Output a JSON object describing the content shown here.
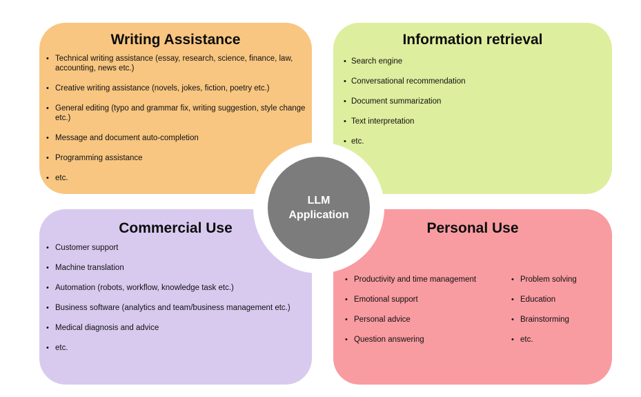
{
  "diagram": {
    "background_color": "#FFFFFF",
    "center": {
      "line1": "LLM",
      "line2": "Application",
      "circle_color": "#7C7C7C",
      "ring_color": "#FFFFFF",
      "text_color": "#FFFFFF"
    },
    "quadrants": [
      {
        "id": "writing-assistance",
        "title": "Writing Assistance",
        "color": "#F8C681",
        "items": [
          "Technical writing assistance (essay, research, science, finance, law, accounting, news etc.)",
          "Creative writing assistance (novels, jokes, fiction, poetry etc.)",
          "General editing (typo and grammar fix, writing suggestion, style change etc.)",
          "Message and document auto-completion",
          "Programming assistance",
          "etc."
        ]
      },
      {
        "id": "information-retrieval",
        "title": "Information retrieval",
        "color": "#DDEE9E",
        "items": [
          "Search engine",
          "Conversational recommendation",
          "Document summarization",
          "Text interpretation",
          "etc."
        ]
      },
      {
        "id": "commercial-use",
        "title": "Commercial Use",
        "color": "#D8CAEF",
        "items": [
          "Customer support",
          "Machine translation",
          "Automation (robots, workflow, knowledge task etc.)",
          "Business software (analytics and team/business management etc.)",
          "Medical diagnosis and advice",
          "etc."
        ]
      },
      {
        "id": "personal-use",
        "title": "Personal Use",
        "color": "#F89CA1",
        "items_left": [
          "Productivity and time management",
          "Emotional support",
          "Personal advice",
          "Question answering"
        ],
        "items_right": [
          "Problem solving",
          "Education",
          "Brainstorming",
          "etc."
        ]
      }
    ]
  }
}
